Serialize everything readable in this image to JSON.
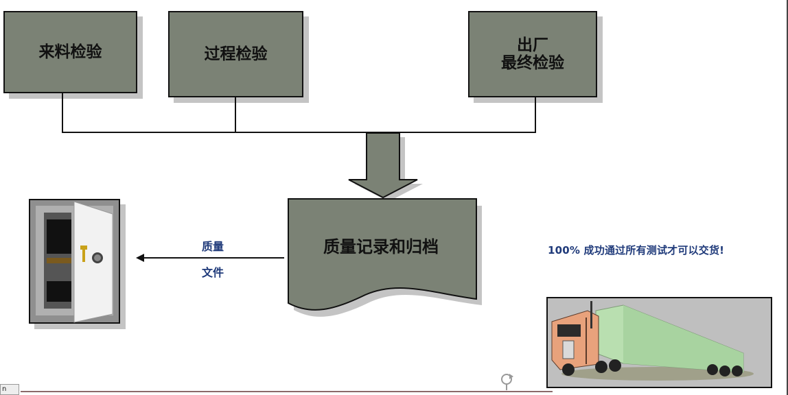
{
  "boxes": {
    "incoming": "来料检验",
    "process": "过程检验",
    "final": "出厂\n最终检验"
  },
  "document": {
    "label": "质量记录和归档"
  },
  "arrow_label": {
    "line1": "质量",
    "line2": "文件"
  },
  "slogan": "100% 成功通过所有测试才可以交货!",
  "status_tab": "n",
  "icons": [
    "safe-icon",
    "truck-icon",
    "rotate-icon"
  ],
  "colors": {
    "box_fill": "#7b8275",
    "text_blue": "#1f3a7a",
    "shadow": "#c4c4c4"
  }
}
